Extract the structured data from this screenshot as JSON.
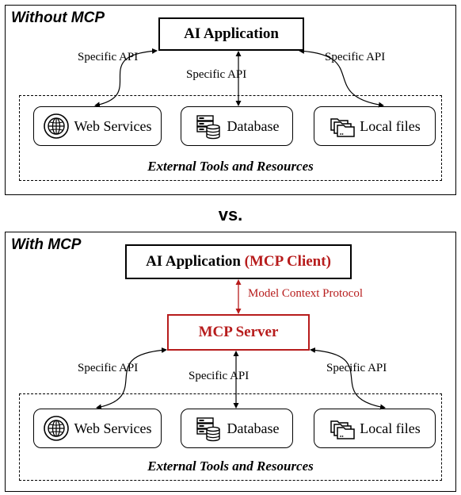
{
  "top": {
    "title": "Without MCP",
    "app_label": "AI Application",
    "api_left": "Specific API",
    "api_center": "Specific API",
    "api_right": "Specific API",
    "resources": {
      "web": "Web Services",
      "database": "Database",
      "local": "Local files"
    },
    "group_label": "External Tools and Resources"
  },
  "vs_label": "vs.",
  "bottom": {
    "title": "With MCP",
    "app_label": "AI Application",
    "app_client": "(MCP Client)",
    "protocol_label": "Model Context Protocol",
    "server_label": "MCP Server",
    "api_left": "Specific API",
    "api_center": "Specific API",
    "api_right": "Specific API",
    "resources": {
      "web": "Web Services",
      "database": "Database",
      "local": "Local files"
    },
    "group_label": "External Tools and Resources"
  },
  "colors": {
    "accent_red": "#b71c1c",
    "line": "#000000"
  },
  "icons": [
    "globe-icon",
    "database-server-icon",
    "folders-icon"
  ]
}
